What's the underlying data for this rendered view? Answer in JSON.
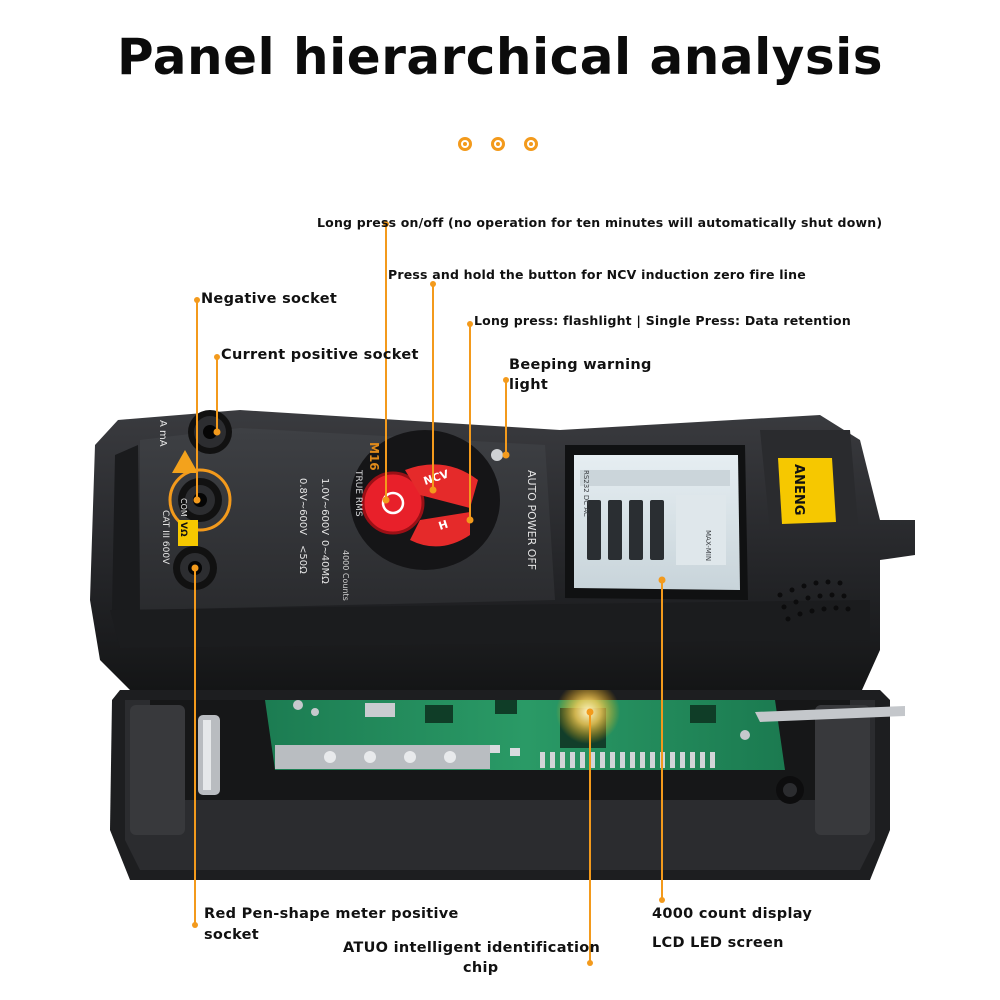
{
  "header": {
    "title": "Panel hierarchical analysis"
  },
  "colors": {
    "accent": "#f39a1c",
    "device_body": "#2a2b2e",
    "button_red": "#e8202a",
    "pcb_green": "#1f8a5a",
    "logo_yellow": "#f6c800"
  },
  "device": {
    "brand": "ANENG",
    "model": "M16",
    "true_rms": "TRUE RMS",
    "auto_power_off": "AUTO POWER OFF",
    "ncv_button": "NCV",
    "hold_button": "H",
    "range_1": "1.0V~600V",
    "range_2": "0.8V~600V",
    "range_3": "0~40MΩ",
    "range_4": "<50Ω",
    "counts": "4000 Counts",
    "socket_a": "A mA",
    "socket_com": "COM",
    "socket_v": "VΩ",
    "cat": "CAT III 600V",
    "lcd_text": "RS232 DC AC",
    "lcd_mode": "MAX-MIN"
  },
  "callouts": {
    "power": "Long press on/off (no operation for ten minutes will automatically shut down)",
    "ncv": "Press and hold the button for NCV induction zero fire line",
    "flashlight": "Long press: flashlight | Single Press: Data retention",
    "beep_line1": "Beeping warning",
    "beep_line2": "light",
    "negative": "Negative socket",
    "current": "Current positive socket",
    "red_pen_line1": "Red Pen-shape meter positive",
    "red_pen_line2": "socket",
    "chip_line1": "ATUO intelligent identification",
    "chip_line2": "chip",
    "display_line1": "4000 count display",
    "display_line2": "LCD LED screen"
  }
}
